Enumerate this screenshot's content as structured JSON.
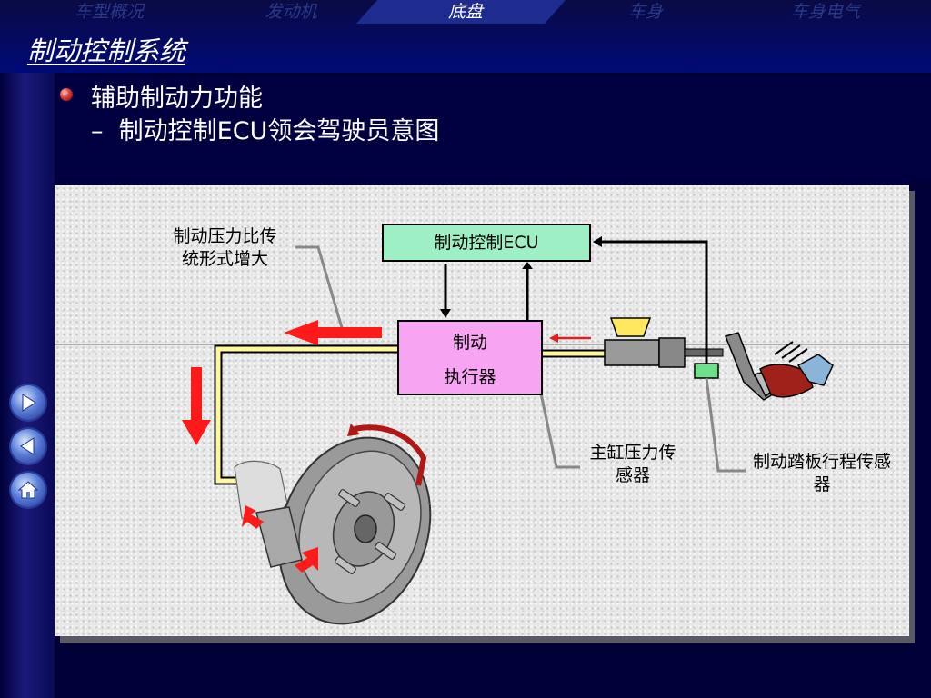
{
  "nav": {
    "tabs": [
      {
        "label": "车型概况",
        "active": false
      },
      {
        "label": "发动机",
        "active": false
      },
      {
        "label": "底盘",
        "active": true
      },
      {
        "label": "车身",
        "active": false
      },
      {
        "label": "车身电气",
        "active": false
      }
    ]
  },
  "page": {
    "title": "制动控制系统"
  },
  "content": {
    "bullet_text": "辅助制动力功能",
    "sub_dash": "–",
    "sub_text": "制动控制ECU领会驾驶员意图"
  },
  "side_nav": {
    "buttons": [
      {
        "name": "next-slide-button",
        "icon": "arrow-right-icon"
      },
      {
        "name": "prev-slide-button",
        "icon": "arrow-left-icon"
      },
      {
        "name": "home-button",
        "icon": "home-icon"
      }
    ]
  },
  "diagram": {
    "ecu_label": "制动控制ECU",
    "actuator_line1": "制动",
    "actuator_line2": "执行器",
    "ratio_callout_line1": "制动压力比传",
    "ratio_callout_line2": "统形式增大",
    "master_sensor_line1": "主缸压力传",
    "master_sensor_line2": "感器",
    "pedal_sensor_line1": "制动踏板行程传感",
    "pedal_sensor_line2": "器",
    "colors": {
      "ecu": "#9ef0c4",
      "actuator": "#f7a4f2",
      "sensor": "#6fe08a",
      "arrow": "#ff0000",
      "pipe": "#fff6a0"
    }
  }
}
